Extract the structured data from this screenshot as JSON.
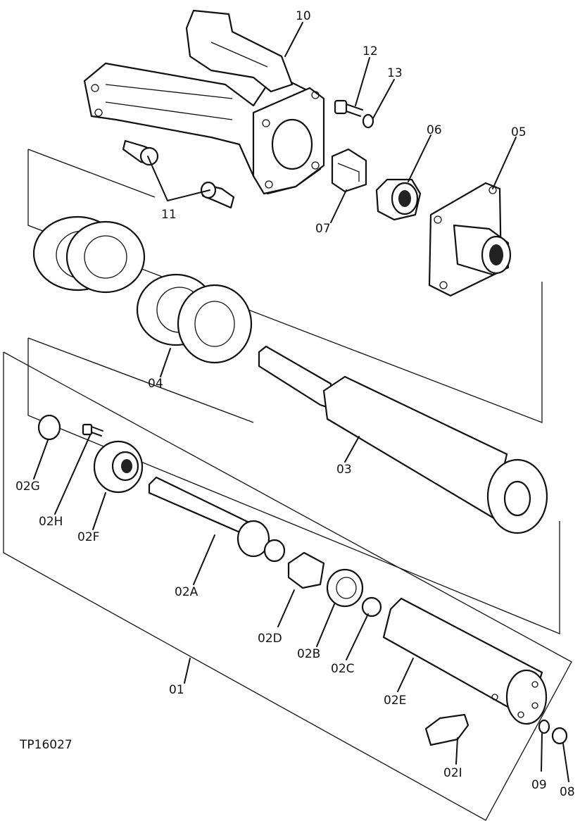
{
  "figure_code": "TP16027",
  "callouts": {
    "c01": "01",
    "c02A": "02A",
    "c02B": "02B",
    "c02C": "02C",
    "c02D": "02D",
    "c02E": "02E",
    "c02F": "02F",
    "c02G": "02G",
    "c02H": "02H",
    "c02I": "02I",
    "c03": "03",
    "c04": "04",
    "c05": "05",
    "c06": "06",
    "c07": "07",
    "c08": "08",
    "c09": "09",
    "c10": "10",
    "c11": "11",
    "c12": "12",
    "c13": "13"
  }
}
